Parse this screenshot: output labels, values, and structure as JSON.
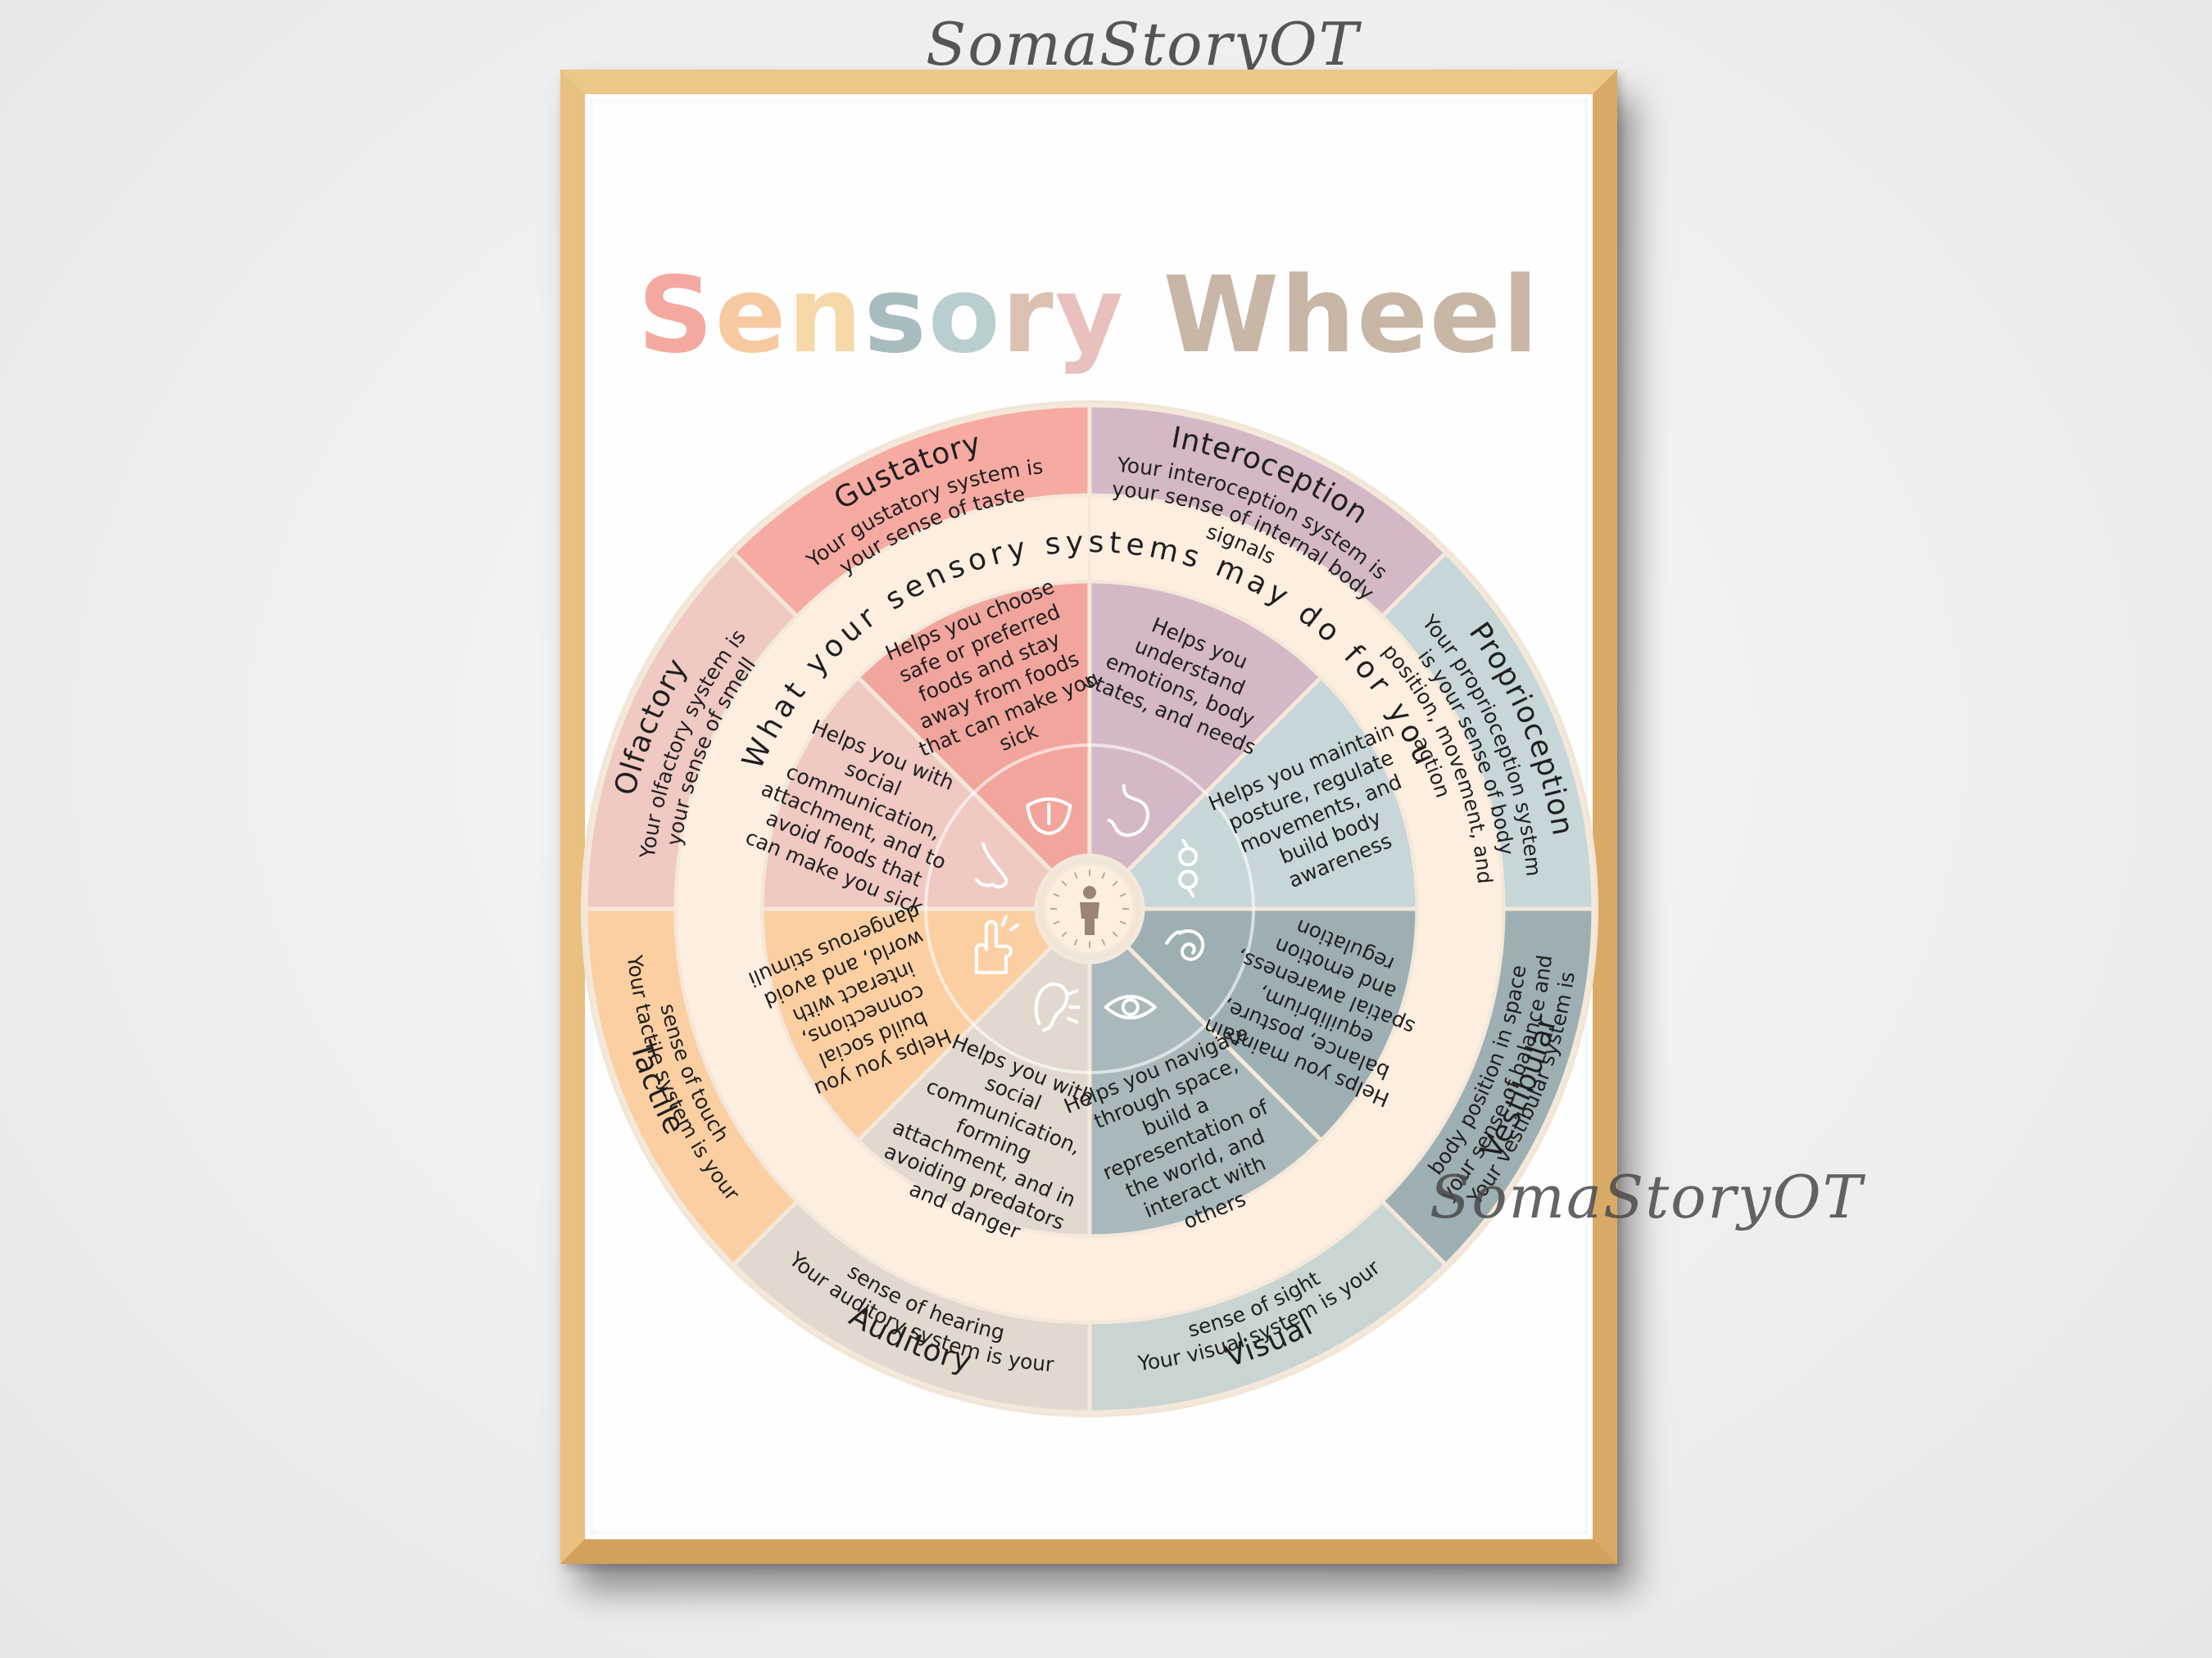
{
  "watermark": "SomaStoryOT",
  "title": {
    "word1": "Sensory",
    "word2": "Wheel",
    "word1_colors": [
      "#f4a9a0",
      "#f7c9a0",
      "#f6d7a8",
      "#a8bcc0",
      "#b9cfcf",
      "#dcc1b0",
      "#e8c0bd"
    ],
    "word2_color": "#c8b6a6"
  },
  "center_ring_text": "What your sensory systems may do for you",
  "senses": [
    {
      "id": "interoception",
      "name": "Interoception",
      "description": "Your interoception system is your sense of internal body signals",
      "function": "Helps you understand emotions, body states, and needs",
      "icon": "stomach-icon",
      "color_outer": "#d4b8c6",
      "color_inner": "#d4b8c6"
    },
    {
      "id": "proprioception",
      "name": "Proprioception",
      "description": "Your proprioception system is your sense of body position, movement, and action",
      "function": "Helps you maintain posture, regulate movements, and build body awareness",
      "icon": "joints-icon",
      "color_outer": "#c7d6d8",
      "color_inner": "#c7d6d8"
    },
    {
      "id": "vestibular",
      "name": "Vestibular",
      "description": "Your vestibular system is your sense of balance and body position in space",
      "function": "Helps you maintain balance, posture, equilibrium, spatial awareness, and emotion regulation",
      "icon": "inner-ear-icon",
      "color_outer": "#9eafb3",
      "color_inner": "#9eafb3"
    },
    {
      "id": "visual",
      "name": "Visual",
      "description": "Your visual system is your sense of sight",
      "function": "Helps you navigate through space, build a representation of the world, and interact with others",
      "icon": "eye-icon",
      "color_outer": "#c9d5d3",
      "color_inner": "#a9b9bb"
    },
    {
      "id": "auditory",
      "name": "Auditory",
      "description": "Your auditory system is your sense of hearing",
      "function": "Helps you with social communication, forming attachment, and in avoiding predators and danger",
      "icon": "ear-icon",
      "color_outer": "#e3d8ce",
      "color_inner": "#e3d8ce"
    },
    {
      "id": "tactile",
      "name": "Tactile",
      "description": "Your tactile system is your sense of touch",
      "function": "Helps you you build social connections, interact with world, and avoid dangerous stimuli",
      "icon": "hand-icon",
      "color_outer": "#fbcfa2",
      "color_inner": "#fbcfa2"
    },
    {
      "id": "olfactory",
      "name": "Olfactory",
      "description": "Your olfactory system is your sense of smell",
      "function": "Helps you with social communication, attachment, and to avoid foods that can make you sick",
      "icon": "nose-icon",
      "color_outer": "#efc9c2",
      "color_inner": "#efc9c2"
    },
    {
      "id": "gustatory",
      "name": "Gustatory",
      "description": "Your gustatory system is your sense of taste",
      "function": "Helps you choose safe or preferred foods and stay away from foods that can make you sick",
      "icon": "tongue-icon",
      "color_outer": "#f7aaa2",
      "color_inner": "#f2a59d"
    }
  ],
  "center_icon": "person-icon"
}
